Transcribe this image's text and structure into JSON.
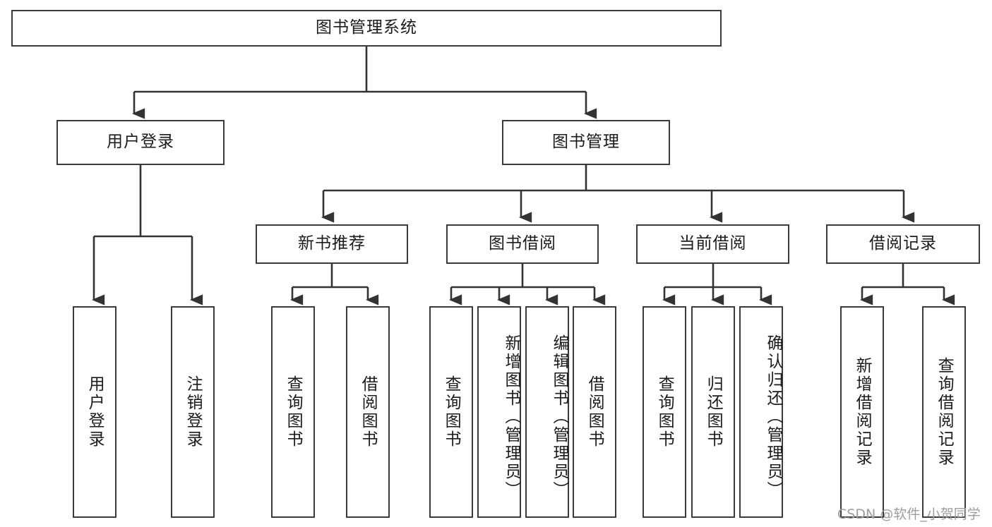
{
  "diagram": {
    "title": "图书管理系统",
    "type": "tree",
    "watermark": "CSDN @软件_小贺同学",
    "colors": {
      "box_border": "#3a3a3a",
      "box_fill": "#ffffff",
      "line": "#333333",
      "text": "#1b1b1b",
      "watermark": "#9d9d9d",
      "background": "#ffffff"
    },
    "root": {
      "label": "图书管理系统"
    },
    "level2": [
      {
        "label": "用户登录"
      },
      {
        "label": "图书管理"
      }
    ],
    "level3": [
      {
        "label": "新书推荐"
      },
      {
        "label": "图书借阅"
      },
      {
        "label": "当前借阅"
      },
      {
        "label": "借阅记录"
      }
    ],
    "leaves": {
      "user_login": [
        {
          "label": "用户登录"
        },
        {
          "label": "注销登录"
        }
      ],
      "new_book_recommend": [
        {
          "label": "查询图书"
        },
        {
          "label": "借阅图书"
        }
      ],
      "book_borrow": [
        {
          "label": "查询图书"
        },
        {
          "label": "新增图书（管理员）"
        },
        {
          "label": "编辑图书（管理员）"
        },
        {
          "label": "借阅图书"
        }
      ],
      "current_borrow": [
        {
          "label": "查询图书"
        },
        {
          "label": "归还图书"
        },
        {
          "label": "确认归还（管理员）"
        }
      ],
      "borrow_record": [
        {
          "label": "新增借阅记录"
        },
        {
          "label": "查询借阅记录"
        }
      ]
    }
  }
}
